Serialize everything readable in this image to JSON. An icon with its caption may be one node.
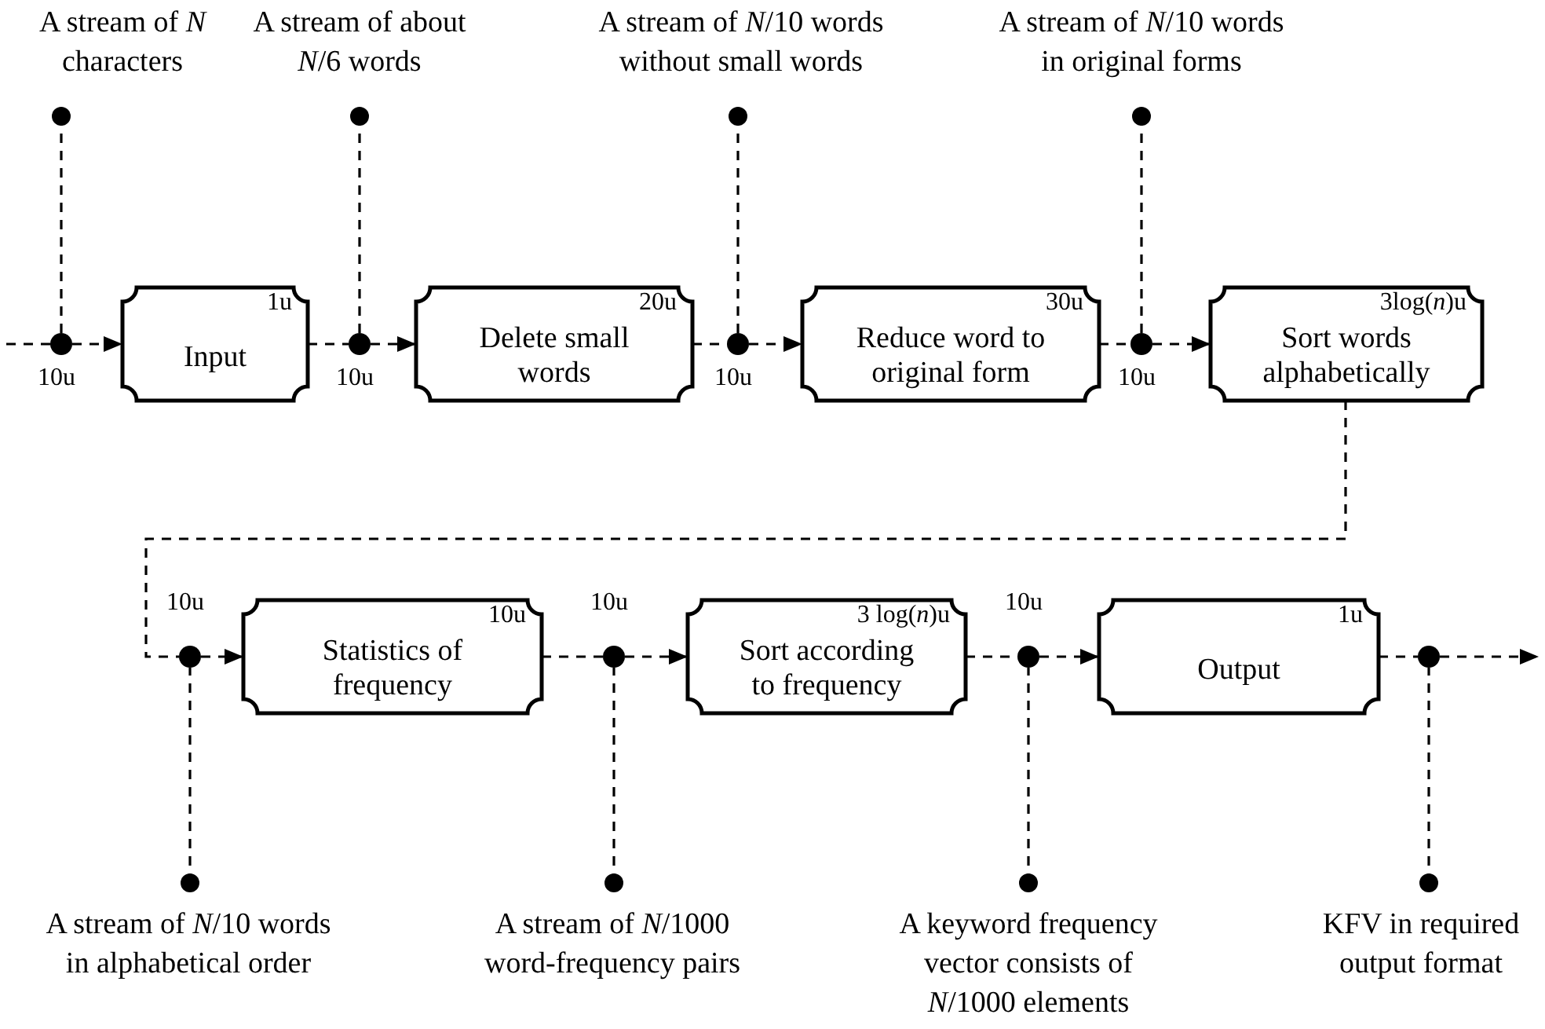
{
  "diagram": {
    "nodes": [
      {
        "text": [
          "A stream of *N* characters"
        ]
      },
      {
        "text": [
          "A stream of about *N*/6 words"
        ]
      },
      {
        "text": [
          "A stream of *N*/10 words without small words"
        ]
      },
      {
        "text": [
          "A stream of *N*/10 words in original forms"
        ]
      },
      {
        "text": [],
        "shape": "circle",
        "beside": [
          "10u"
        ]
      },
      {
        "text": [],
        "shape": "circle",
        "beside": [
          "10u"
        ]
      },
      {
        "text": [],
        "shape": "circle",
        "beside": [
          "10u"
        ]
      },
      {
        "text": [],
        "shape": "circle",
        "beside": [
          "10u"
        ]
      },
      {
        "text": [
          "1u",
          "Input"
        ]
      },
      {
        "text": [
          "20u",
          "Delete small words"
        ]
      },
      {
        "text": [
          "30u",
          "Reduce word to original form"
        ]
      },
      {
        "text": [
          "3log(*n*)u",
          "Sort words alphabetically"
        ]
      },
      {
        "text": [],
        "shape": "circle",
        "beside": [
          "10u"
        ]
      },
      {
        "text": [],
        "shape": "circle",
        "beside": [
          "10u"
        ]
      },
      {
        "text": [],
        "shape": "circle",
        "beside": [
          "10u"
        ]
      },
      {
        "text": [],
        "shape": "circle"
      },
      {
        "text": [
          "10u",
          "Statistics of frequency"
        ]
      },
      {
        "text": [
          "3 log(*n*)u",
          "Sort according to frequency"
        ]
      },
      {
        "text": [
          "1u",
          "Output"
        ]
      },
      {
        "text": [
          "A stream of *N*/10 words in alphabetical order"
        ]
      },
      {
        "text": [
          "A stream of *N*/1000 word-frequency pairs"
        ]
      },
      {
        "text": [
          "A keyword frequency vector consists of *N*/1000 elements"
        ]
      },
      {
        "text": [
          "KFV in required output format"
        ]
      }
    ],
    "edges": [
      {
        "from": null,
        "to": 4,
        "arrow": "none",
        "style": "dashed"
      },
      {
        "from": 4,
        "to": 8,
        "arrow": "to",
        "style": "dashed"
      },
      {
        "from": 8,
        "to": 5,
        "arrow": "none",
        "style": "dashed"
      },
      {
        "from": 5,
        "to": 9,
        "arrow": "to",
        "style": "dashed"
      },
      {
        "from": 9,
        "to": 6,
        "arrow": "none",
        "style": "dashed"
      },
      {
        "from": 6,
        "to": 10,
        "arrow": "to",
        "style": "dashed"
      },
      {
        "from": 10,
        "to": 7,
        "arrow": "none",
        "style": "dashed"
      },
      {
        "from": 7,
        "to": 11,
        "arrow": "to",
        "style": "dashed"
      },
      {
        "from": 11,
        "to": 12,
        "arrow": "none",
        "style": "dashed"
      },
      {
        "from": 12,
        "to": 16,
        "arrow": "to",
        "style": "dashed"
      },
      {
        "from": 16,
        "to": 13,
        "arrow": "none",
        "style": "dashed"
      },
      {
        "from": 13,
        "to": 17,
        "arrow": "to",
        "style": "dashed"
      },
      {
        "from": 17,
        "to": 14,
        "arrow": "none",
        "style": "dashed"
      },
      {
        "from": 14,
        "to": 18,
        "arrow": "to",
        "style": "dashed"
      },
      {
        "from": 18,
        "to": 15,
        "arrow": "none",
        "style": "dashed"
      },
      {
        "from": 15,
        "to": null,
        "arrow": "to",
        "style": "dashed"
      },
      {
        "from": 0,
        "to": 4,
        "arrow": "other",
        "style": "dashed"
      },
      {
        "from": 1,
        "to": 5,
        "arrow": "other",
        "style": "dashed"
      },
      {
        "from": 2,
        "to": 6,
        "arrow": "other",
        "style": "dashed"
      },
      {
        "from": 3,
        "to": 7,
        "arrow": "other",
        "style": "dashed"
      },
      {
        "from": 19,
        "to": 12,
        "arrow": "other",
        "style": "dashed"
      },
      {
        "from": 20,
        "to": 13,
        "arrow": "other",
        "style": "dashed"
      },
      {
        "from": 21,
        "to": 14,
        "arrow": "other",
        "style": "dashed"
      },
      {
        "from": 22,
        "to": 15,
        "arrow": "other",
        "style": "dashed"
      }
    ]
  }
}
